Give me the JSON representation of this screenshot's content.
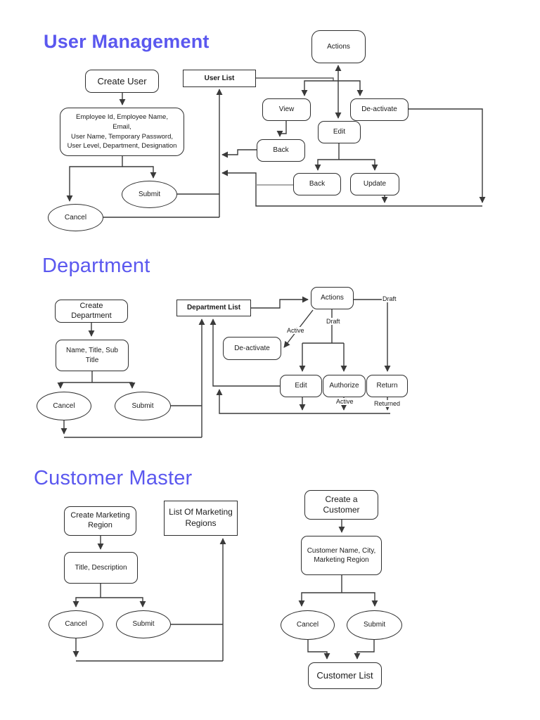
{
  "page": {
    "background": "#ffffff",
    "line_color": "#3a3a3a",
    "title_color": "#5b58ef"
  },
  "user_management": {
    "title": "User Management",
    "nodes": {
      "create_user": "Create User",
      "user_fields": "Employee Id, Employee Name,\nEmail,\nUser Name, Temporary Password,\nUser Level, Department, Designation",
      "submit": "Submit",
      "cancel": "Cancel",
      "user_list": "User List",
      "actions": "Actions",
      "view": "View",
      "deactivate": "De-activate",
      "edit": "Edit",
      "back_from_view": "Back",
      "back_from_edit": "Back",
      "update": "Update"
    }
  },
  "department": {
    "title": "Department",
    "nodes": {
      "create_department": "Create\nDepartment",
      "fields": "Name, Title, Sub Title",
      "cancel": "Cancel",
      "submit": "Submit",
      "department_list": "Department List",
      "actions": "Actions",
      "deactivate": "De-activate",
      "edit": "Edit",
      "authorize": "Authorize",
      "return": "Return"
    },
    "edge_labels": {
      "draft_right": "Draft",
      "draft_down": "Draft",
      "active_diagonal": "Active",
      "active_below": "Active",
      "returned_below": "Returned"
    }
  },
  "customer_master": {
    "title": "Customer Master",
    "nodes": {
      "create_marketing_region": "Create Marketing\nRegion",
      "list_of_marketing_regions": "List Of Marketing\nRegions",
      "title_description": "Title, Description",
      "cancel_region": "Cancel",
      "submit_region": "Submit",
      "create_a_customer": "Create a\nCustomer",
      "customer_fields": "Customer Name, City,\nMarketing Region",
      "cancel_customer": "Cancel",
      "submit_customer": "Submit",
      "customer_list": "Customer List"
    }
  }
}
